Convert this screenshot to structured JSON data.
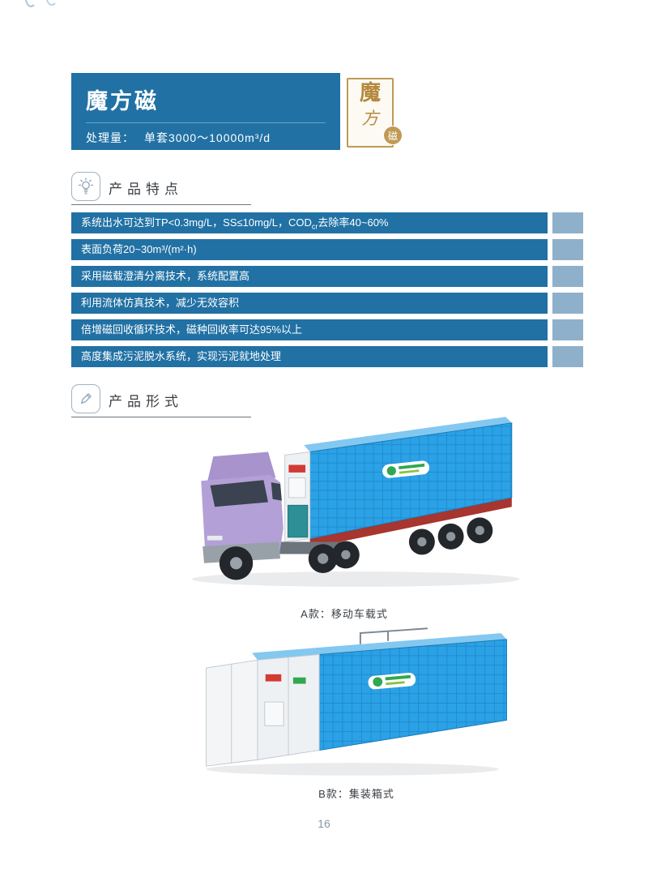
{
  "header": {
    "title": "魔方磁",
    "capacity_label": "处理量：",
    "capacity_value": "单套3000～10000m³/d"
  },
  "logo": {
    "name": "brand-seal",
    "char_top": "魔",
    "char_mid": "方",
    "char_badge": "磁"
  },
  "features": {
    "icon": "lightbulb-icon",
    "title": "产品特点",
    "bars": [
      {
        "pre": "系统出水可达到TP<0.3mg/L，SS≤10mg/L，COD",
        "sub": "cr",
        "post": "去除率40~60%"
      },
      {
        "pre": "表面负荷20~30m³/(m²·h)"
      },
      {
        "pre": "采用磁载澄清分离技术，系统配置高"
      },
      {
        "pre": "利用流体仿真技术，减少无效容积"
      },
      {
        "pre": "倍增磁回收循环技术，磁种回收率可达95%以上"
      },
      {
        "pre": "高度集成污泥脱水系统，实现污泥就地处理"
      }
    ]
  },
  "forms": {
    "icon": "pencil-icon",
    "title": "产品形式",
    "figures": [
      {
        "caption": "A款：移动车载式"
      },
      {
        "caption": "B款：集装箱式"
      }
    ]
  },
  "footer": {
    "page_number": "16"
  },
  "colors": {
    "banner_blue": "#2171a4",
    "bar_blue": "#2171a4",
    "bar_tail": "#8fb0cb",
    "container_blue": "#2ba1e6",
    "cab_purple": "#b3a0d6",
    "chassis_red": "#a8352e",
    "seal_gold": "#c09a55"
  }
}
